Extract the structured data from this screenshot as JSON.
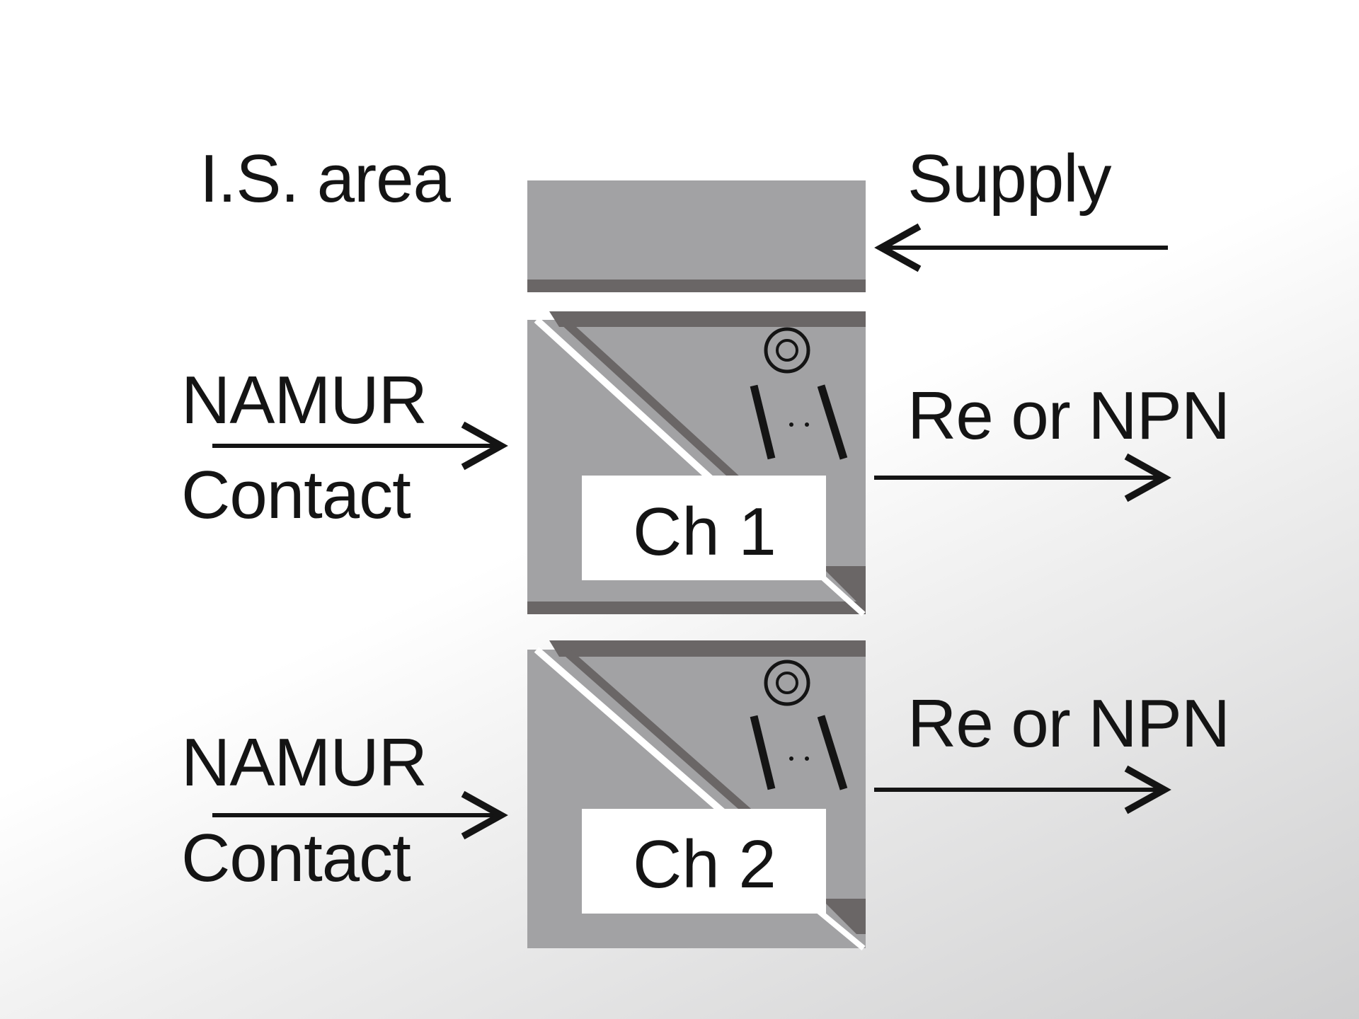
{
  "labels": {
    "is_area": "I.S. area",
    "supply": "Supply",
    "ch1_input_top": "NAMUR",
    "ch1_input_bottom": "Contact",
    "ch1_output": "Re or NPN",
    "ch1_name": "Ch 1",
    "ch2_input_top": "NAMUR",
    "ch2_input_bottom": "Contact",
    "ch2_output": "Re or NPN",
    "ch2_name": "Ch 2"
  },
  "colors": {
    "module_fill": "#a2a2a4",
    "module_dark": "#6a6666",
    "divider": "#ffffff",
    "line": "#141414"
  },
  "icons": [
    "isolation-symbol-icon"
  ]
}
